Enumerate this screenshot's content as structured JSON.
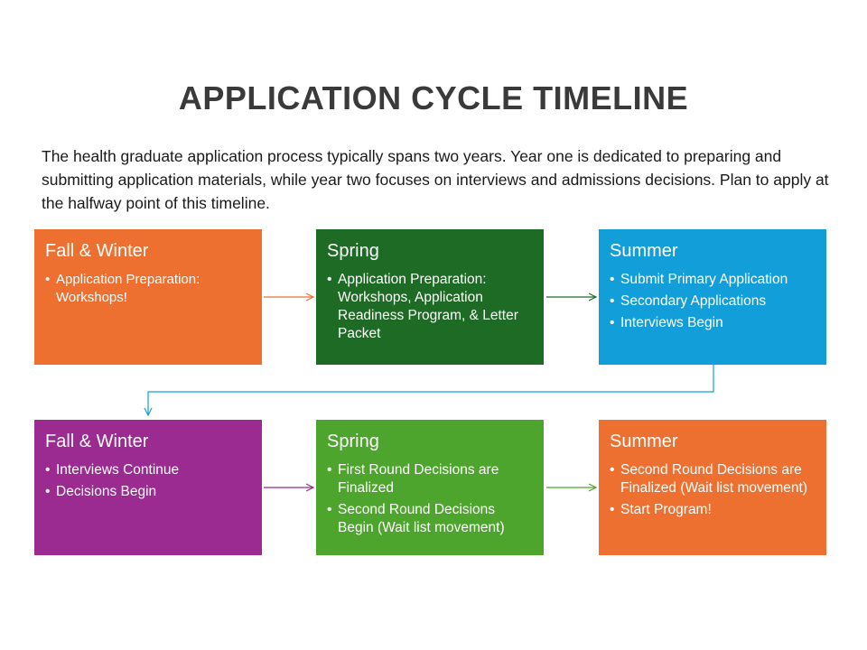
{
  "title": "APPLICATION CYCLE TIMELINE",
  "intro": "The health graduate application process typically spans two years. Year one is dedicated to preparing and submitting application materials, while year two focuses on interviews and admissions decisions. Plan to apply at the halfway point of this timeline.",
  "colors": {
    "orange": "#ED7031",
    "dark_green": "#1E6B25",
    "blue": "#129FD9",
    "purple": "#9B2A91",
    "green": "#4DA52E"
  },
  "year1": [
    {
      "title": "Fall & Winter",
      "items": [
        "Application Preparation: Workshops!"
      ]
    },
    {
      "title": "Spring",
      "items": [
        "Application Preparation: Workshops, Application Readiness Program, & Letter Packet"
      ]
    },
    {
      "title": "Summer",
      "items": [
        "Submit Primary Application",
        "Secondary Applications",
        "Interviews Begin"
      ]
    }
  ],
  "year2": [
    {
      "title": "Fall & Winter",
      "items": [
        "Interviews Continue",
        "Decisions Begin"
      ]
    },
    {
      "title": "Spring",
      "items": [
        "First Round Decisions are Finalized",
        "Second Round Decisions Begin (Wait list movement)"
      ]
    },
    {
      "title": "Summer",
      "items": [
        "Second Round Decisions are Finalized (Wait list movement)",
        "Start Program!"
      ]
    }
  ]
}
